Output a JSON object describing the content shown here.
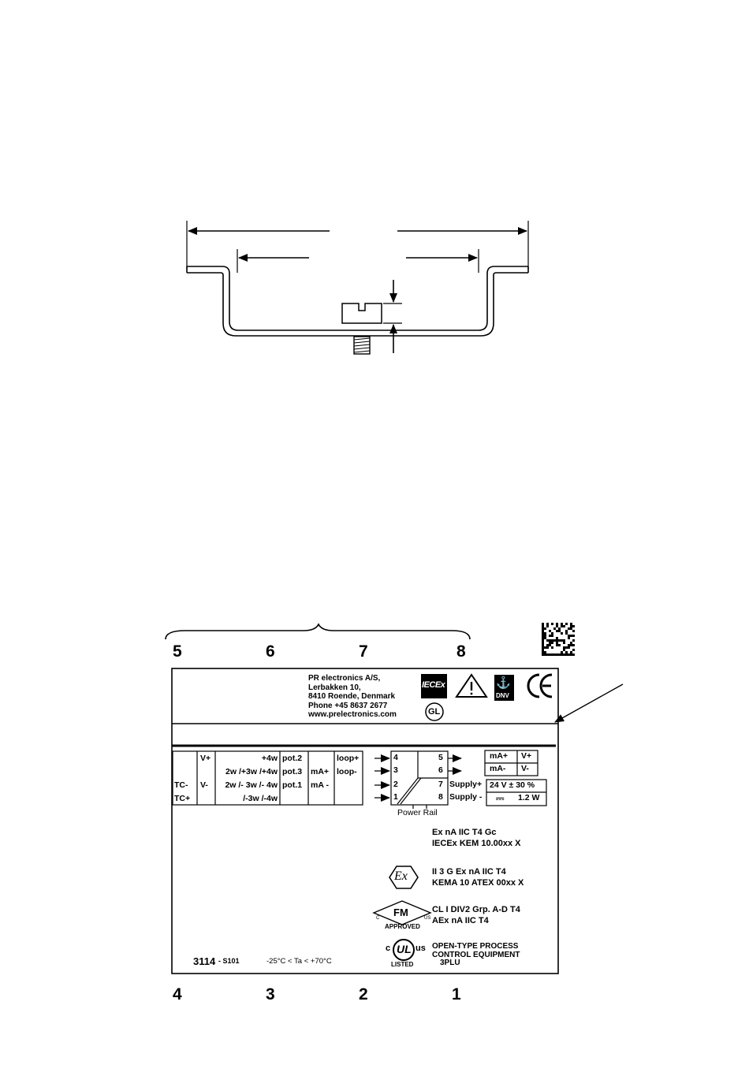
{
  "terminal_numbers": {
    "top": [
      "5",
      "6",
      "7",
      "8"
    ],
    "bottom": [
      "4",
      "3",
      "2",
      "1"
    ]
  },
  "manufacturer": {
    "lines": [
      "PR electronics A/S,",
      "Lerbakken 10,",
      "8410 Roende, Denmark",
      "Phone +45 8637 2677",
      "www.prelectronics.com"
    ]
  },
  "logos": {
    "iecex": "IECEx",
    "dnv": "DNV",
    "ce": "CE",
    "gl": "GL",
    "ex": "Ex",
    "fm": "FM",
    "fm_approved": "APPROVED",
    "fm_c": "C",
    "fm_us": "US",
    "ul": "UL",
    "ul_c": "c",
    "ul_us": "us",
    "ul_listed": "LISTED"
  },
  "input_table": {
    "col_v": [
      "V+",
      "",
      "V-"
    ],
    "col_tc": [
      "",
      "",
      "TC-",
      "TC+"
    ],
    "col_rtd": [
      "+4w",
      "2w /+3w /+4w",
      "2w /- 3w /- 4w",
      "/-3w /-4w"
    ],
    "col_pot": [
      "pot.2",
      "pot.3",
      "pot.1"
    ],
    "col_ma": [
      "",
      "mA+",
      "mA -"
    ],
    "col_loop": [
      "loop+",
      "loop-"
    ]
  },
  "wiring": {
    "left_terms": [
      "4",
      "3",
      "2",
      "1"
    ],
    "right_terms": [
      "5",
      "6",
      "7",
      "8"
    ],
    "power_rail": "Power Rail",
    "supply_plus": "Supply+",
    "supply_minus": "Supply -"
  },
  "output_table": {
    "row1": [
      "mA+",
      "V+"
    ],
    "row2": [
      "mA-",
      "V-"
    ]
  },
  "supply_box": {
    "voltage": "24 V ± 30 %",
    "dc_symbol": "⎓",
    "power": "1.2 W"
  },
  "certifications": {
    "iecex_marking": [
      "Ex nA IIC T4 Gc",
      "IECEx KEM 10.00xx X"
    ],
    "atex_marking": [
      "II 3 G Ex nA IIC T4",
      "KEMA 10 ATEX 00xx X"
    ],
    "fm_marking": [
      "CL I DIV2  Grp. A-D T4",
      "AEx nA IIC T4"
    ],
    "ul_marking": [
      "OPEN-TYPE PROCESS",
      "CONTROL EQUIPMENT",
      "3PLU"
    ]
  },
  "model": {
    "number": "3114",
    "suffix": "- S101",
    "temperature": "-25°C < Ta < +70°C"
  }
}
